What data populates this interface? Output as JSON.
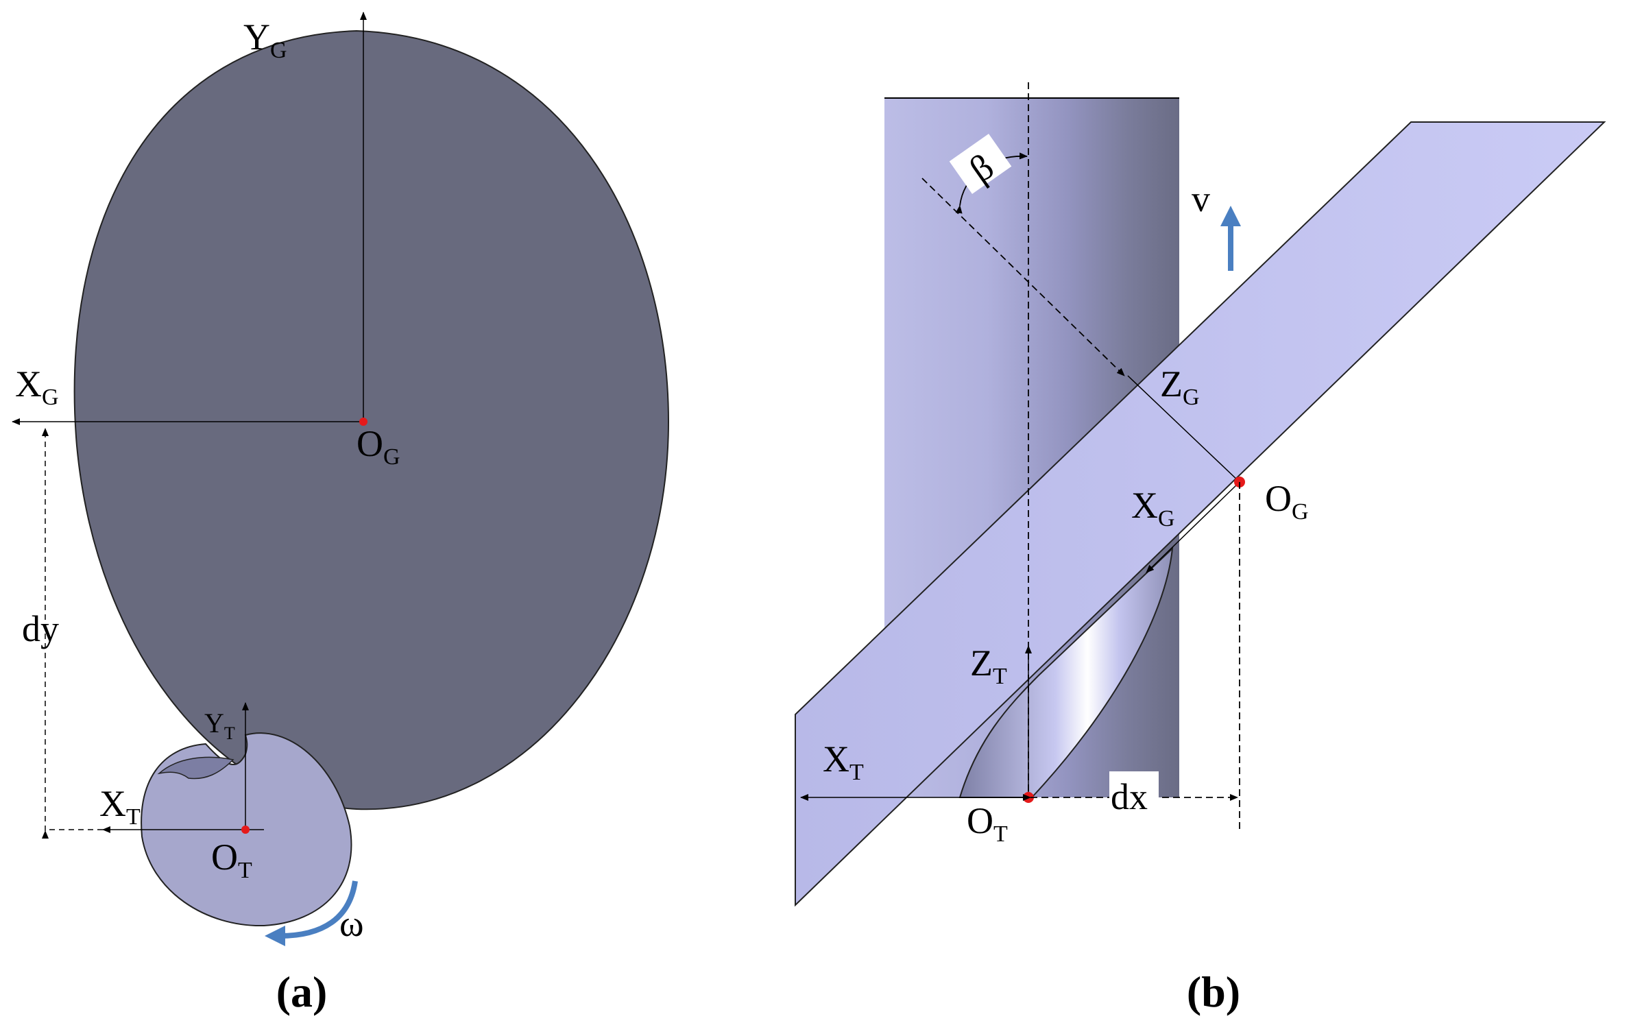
{
  "colors": {
    "gear_fill": "#686a7e",
    "tool_fill": "#a6a7cc",
    "band_fill": "#c8c9f2",
    "accent_arrow": "#4a7fc1",
    "origin_dot": "#e51a1a"
  },
  "panel_a": {
    "caption": "(a)",
    "label_yg": "Y",
    "label_yg_sub": "G",
    "label_xg": "X",
    "label_xg_sub": "G",
    "label_og": "O",
    "label_og_sub": "G",
    "label_dy": "dy",
    "label_yt": "Y",
    "label_yt_sub": "T",
    "label_xt": "X",
    "label_xt_sub": "T",
    "label_ot": "O",
    "label_ot_sub": "T",
    "label_omega": "ω"
  },
  "panel_b": {
    "caption": "(b)",
    "label_beta": "β",
    "label_v": "v",
    "label_zg": "Z",
    "label_zg_sub": "G",
    "label_og": "O",
    "label_og_sub": "G",
    "label_xg": "X",
    "label_xg_sub": "G",
    "label_zt": "Z",
    "label_zt_sub": "T",
    "label_xt": "X",
    "label_xt_sub": "T",
    "label_ot": "O",
    "label_ot_sub": "T",
    "label_dx": "dx"
  }
}
